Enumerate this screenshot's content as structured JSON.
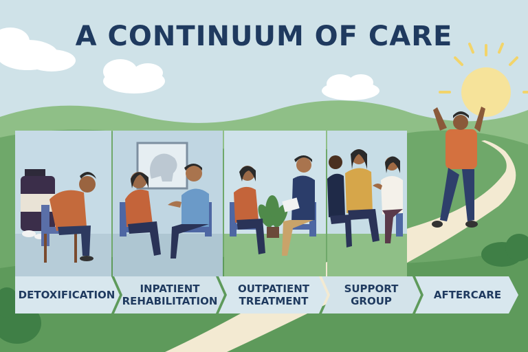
{
  "title": "A CONTINUUM OF CARE",
  "steps": [
    {
      "line1": "DETOXIFICATION",
      "line2": ""
    },
    {
      "line1": "INPATIENT",
      "line2": "REHABILITATION"
    },
    {
      "line1": "OUTPATIENT",
      "line2": "TREATMENT"
    },
    {
      "line1": "SUPPORT",
      "line2": "GROUP"
    },
    {
      "line1": "AFTERCARE",
      "line2": ""
    }
  ],
  "colors": {
    "title": "#1f3a5f",
    "sky": "#cfe2e8",
    "hills": "#6fa86a",
    "path": "#f3ead2",
    "sun": "#f6e39a",
    "step_bar": "#d8e7ee"
  },
  "icons": [
    "sun-icon",
    "cloud-icon",
    "medicine-bottle-icon",
    "pills-icon",
    "brain-poster-icon",
    "plant-icon"
  ]
}
